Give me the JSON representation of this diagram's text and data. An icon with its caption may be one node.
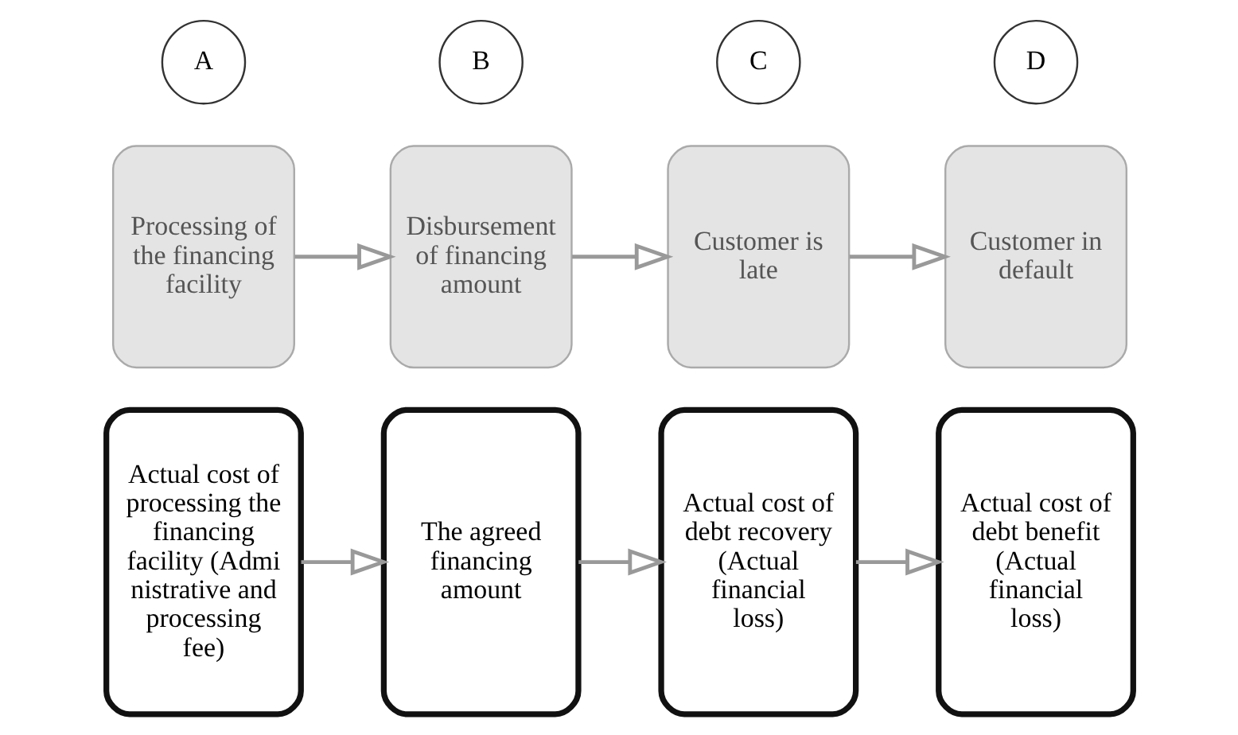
{
  "diagram": {
    "nodes": [
      {
        "text": [
          "A"
        ]
      },
      {
        "text": [
          "B"
        ]
      },
      {
        "text": [
          "C"
        ]
      },
      {
        "text": [
          "D"
        ]
      },
      {
        "text": [
          "Processing of the financing facility"
        ]
      },
      {
        "text": [
          "Disbursement of financing amount"
        ]
      },
      {
        "text": [
          "Customer is late"
        ]
      },
      {
        "text": [
          "Customer in default"
        ]
      },
      {
        "text": [
          "Actual cost of processing the financing facility (Administrative and processing fee)"
        ]
      },
      {
        "text": [
          "The agreed financing amount"
        ]
      },
      {
        "text": [
          "Actual cost of debt recovery (Actual financial loss)"
        ]
      },
      {
        "text": [
          "Actual cost of debt benefit (Actual financial loss)"
        ]
      }
    ],
    "edges": [
      {
        "from": 4,
        "to": 5,
        "arrow": "to"
      },
      {
        "from": 5,
        "to": 6,
        "arrow": "to"
      },
      {
        "from": 6,
        "to": 7,
        "arrow": "to"
      },
      {
        "from": 8,
        "to": 9,
        "arrow": "to"
      },
      {
        "from": 9,
        "to": 10,
        "arrow": "to"
      },
      {
        "from": 10,
        "to": 11,
        "arrow": "to"
      }
    ]
  }
}
